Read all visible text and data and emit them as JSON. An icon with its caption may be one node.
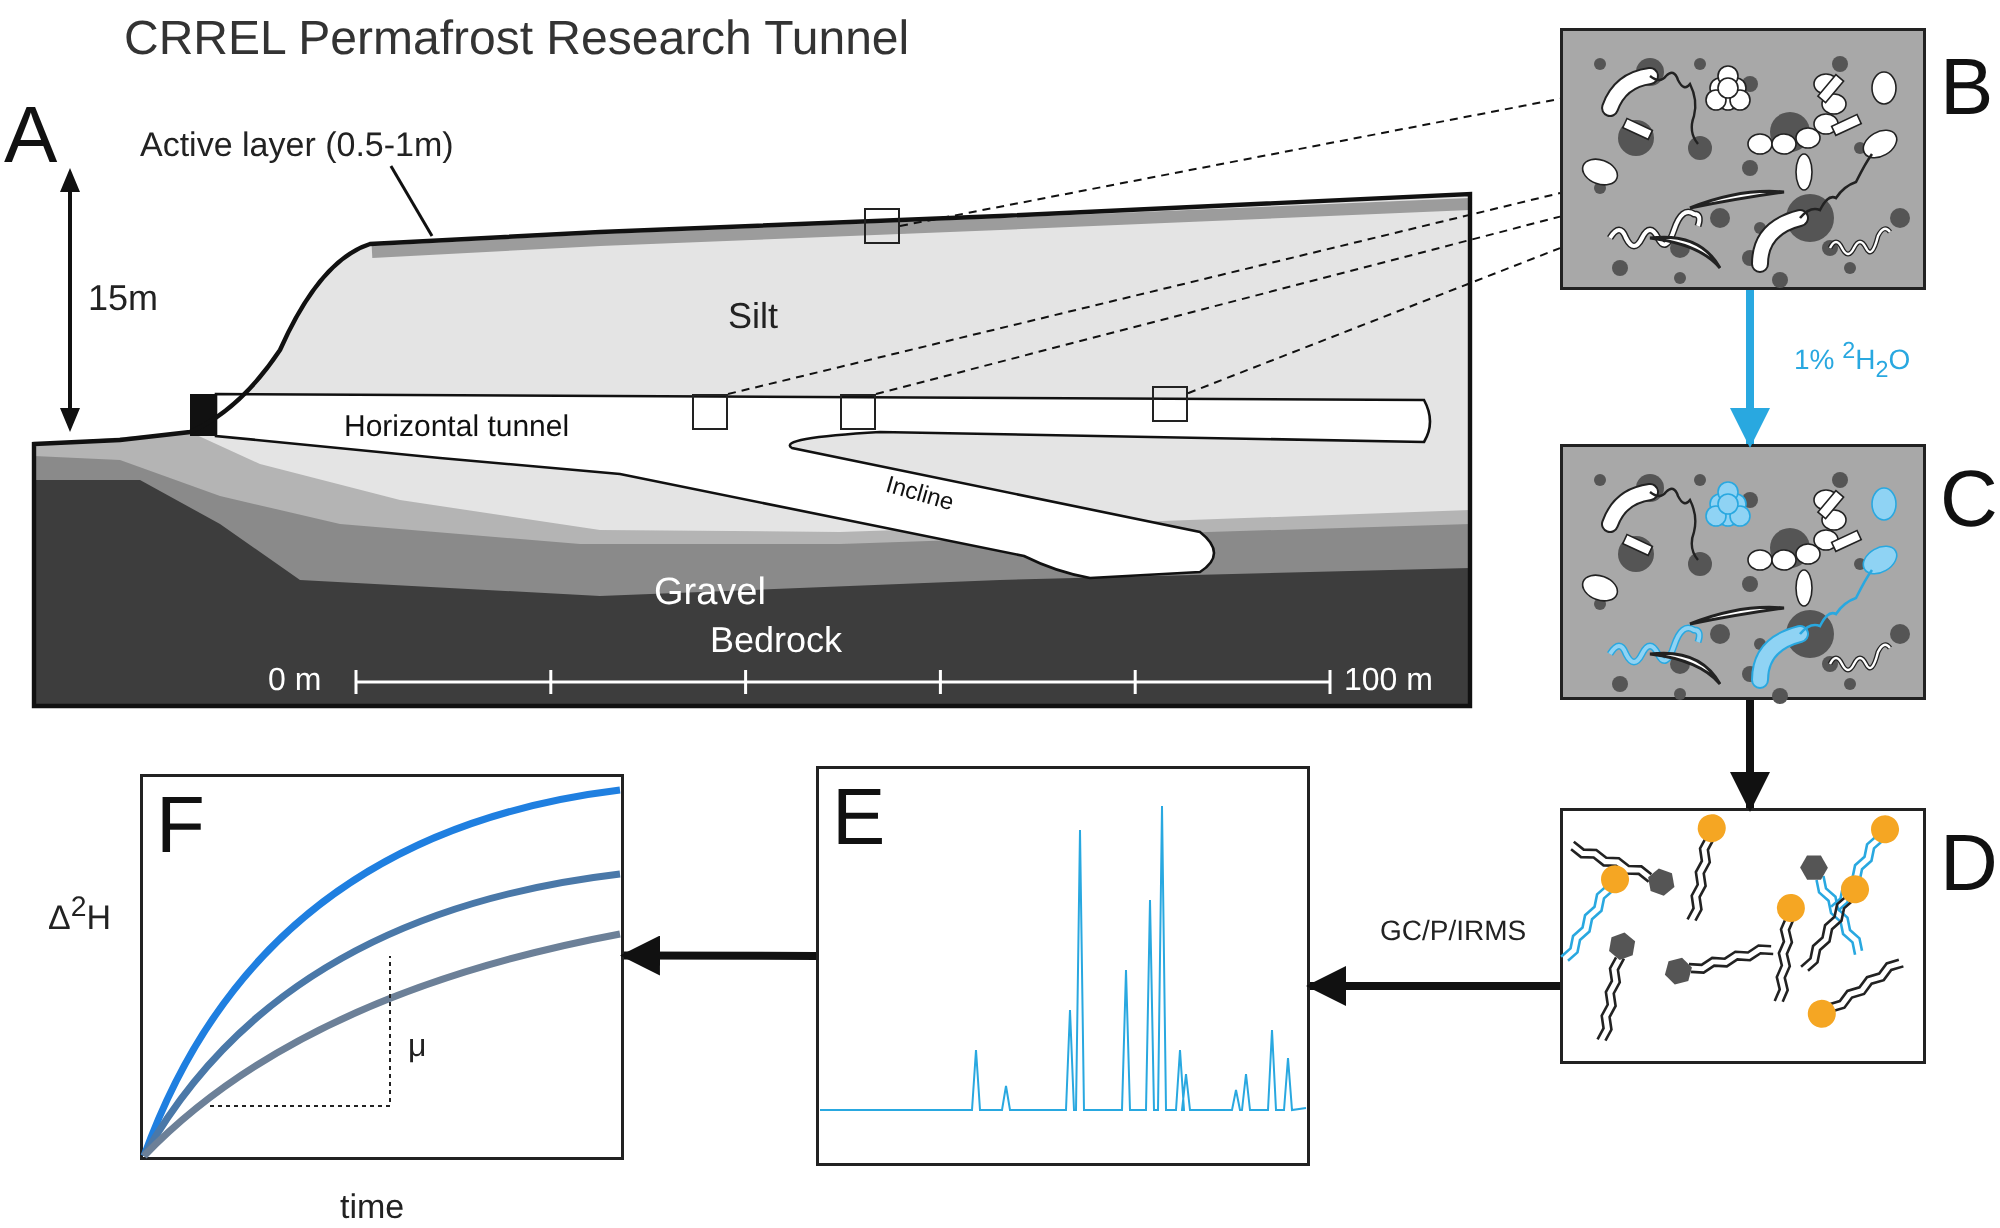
{
  "diagram": {
    "title": "CRREL Permafrost Research Tunnel",
    "nodes": [
      {
        "text": [
          "A"
        ]
      },
      {
        "text": [
          "Active layer (0.5-1m)"
        ]
      },
      {
        "text": [],
        "shape": "box",
        "in": 0
      },
      {
        "text": [],
        "shape": "box",
        "in": 0
      },
      {
        "text": [],
        "shape": "box",
        "in": 0
      },
      {
        "text": [],
        "shape": "box",
        "in": 0
      },
      {
        "text": [
          "B"
        ]
      },
      {
        "text": [
          "C"
        ]
      },
      {
        "text": [
          "D"
        ]
      },
      {
        "text": [
          "E"
        ]
      },
      {
        "text": [
          "F"
        ]
      }
    ],
    "edges": [
      {
        "from": 1,
        "to": 0,
        "arrow": "none"
      },
      {
        "from": 2,
        "to": 6,
        "arrow": "none",
        "style": "dashed"
      },
      {
        "from": 3,
        "to": 6,
        "arrow": "none",
        "style": "dashed"
      },
      {
        "from": 4,
        "to": 6,
        "arrow": "none",
        "style": "dashed"
      },
      {
        "from": 5,
        "to": 6,
        "arrow": "none",
        "style": "dashed"
      },
      {
        "from": 6,
        "to": 7,
        "arrow": "to",
        "label": "1% $^{2}$H$_{2}$O",
        "style": "thick",
        "color": "#29a8e0"
      },
      {
        "from": 7,
        "to": 8,
        "arrow": "to",
        "style": "thick"
      },
      {
        "from": 8,
        "to": 9,
        "arrow": "to",
        "label": "GC/P/IRMS",
        "style": "thick"
      },
      {
        "from": 9,
        "to": 10,
        "arrow": "to",
        "style": "thick"
      }
    ],
    "labels": [
      "15m",
      "Silt",
      "Horizontal tunnel",
      "Incline",
      "Gravel",
      "Bedrock",
      "0 m",
      "100 m",
      "Δ$^{2}$H",
      "μ",
      "time"
    ]
  }
}
